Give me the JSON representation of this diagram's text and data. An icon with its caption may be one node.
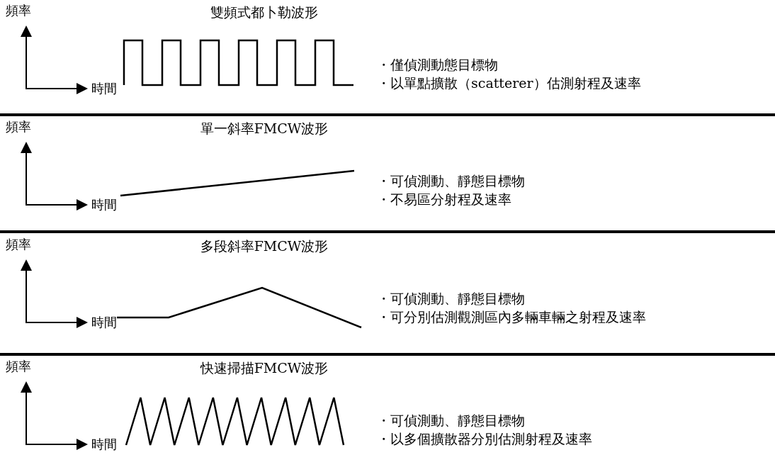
{
  "diagram": {
    "labels": [
      "頻率",
      "雙頻式都卜勒波形",
      "・僅偵測動態目標物",
      "・以單點擴散（scatterer）估測射程及速率",
      "時間",
      "頻率",
      "單一斜率FMCW波形",
      "・可偵測動、靜態目標物",
      "・不易區分射程及速率",
      "時間",
      "頻率",
      "多段斜率FMCW波形",
      "・可偵測動、靜態目標物",
      "・可分別估測觀測區內多輛車輛之射程及速率",
      "時間",
      "頻率",
      "快速掃描FMCW波形",
      "・可偵測動、靜態目標物",
      "・以多個擴散器分別估測射程及速率",
      "時間"
    ]
  }
}
